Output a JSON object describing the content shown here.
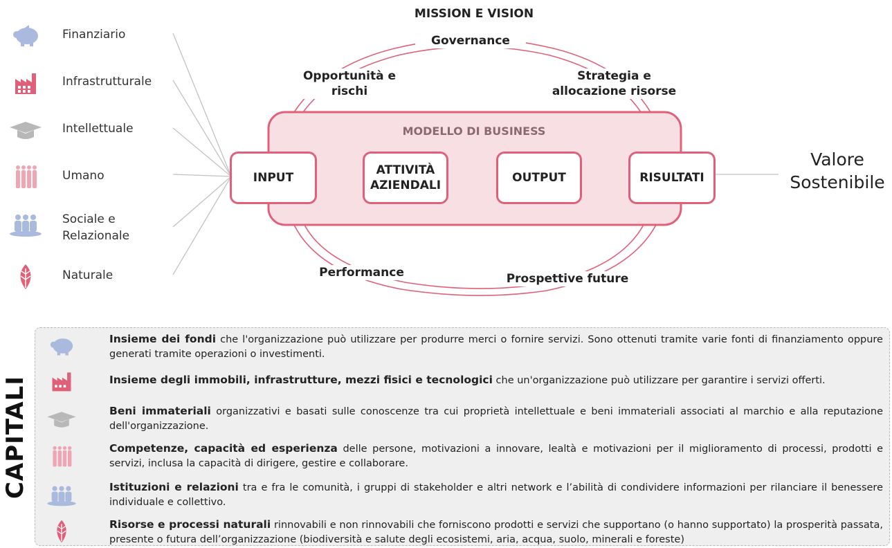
{
  "capitals_list": [
    {
      "icon": "piggy-bank-icon",
      "label": "Finanziario"
    },
    {
      "icon": "factory-icon",
      "label": "Infrastrutturale"
    },
    {
      "icon": "graduation-cap-icon",
      "label": "Intellettuale"
    },
    {
      "icon": "people-icon",
      "label": "Umano"
    },
    {
      "icon": "community-icon",
      "label": "Sociale e\nRelazionale"
    },
    {
      "icon": "leaf-icon",
      "label": "Naturale"
    }
  ],
  "circle": {
    "mission": "MISSION E VISION",
    "governance": "Governance",
    "opportunita": "Opportunità e\nrischi",
    "strategia": "Strategia e\nallocazione risorse",
    "performance": "Performance",
    "prospettive": "Prospettive future"
  },
  "business_model": {
    "title": "MODELLO DI BUSINESS",
    "input": "INPUT",
    "attivita": "ATTIVITÀ\nAZIENDALI",
    "output": "OUTPUT",
    "risultati": "RISULTATI"
  },
  "valore": "Valore\nSostenibile",
  "capitali_title": "CAPITALI",
  "descriptions": [
    {
      "bold": "Insieme dei fondi",
      "rest": " che l'organizzazione può utilizzare per produrre merci o fornire servizi. Sono ottenuti tramite varie fonti di finanziamento oppure generati tramite operazioni o investimenti."
    },
    {
      "bold": "Insieme degli immobili, infrastrutture, mezzi fisici e tecnologici",
      "rest": " che un'organizzazione può utilizzare per garantire i servizi offerti."
    },
    {
      "bold": "Beni immateriali",
      "rest": " organizzativi e basati sulle conoscenze tra cui proprietà intellettuale e beni immateriali associati al marchio e alla reputazione dell'organizzazione."
    },
    {
      "bold": "Competenze, capacità ed esperienza",
      "rest": " delle persone, motivazioni a innovare, lealtà e motivazioni per il miglioramento di processi, prodotti e servizi, inclusa la capacità di dirigere, gestire e collaborare."
    },
    {
      "bold": "Istituzioni e relazioni",
      "rest": " tra e fra le comunità, i gruppi di stakeholder e altri network e l’abilità di condividere informazioni per rilanciare il benessere individuale e collettivo."
    },
    {
      "bold": "Risorse e processi naturali",
      "rest": " rinnovabili e non rinnovabili che forniscono prodotti e servizi che supportano (o hanno supportato) la prosperità passata, presente o futura dell’organizzazione (biodiversità e salute degli ecosistemi, aria, acqua, suolo, minerali e foreste)"
    }
  ],
  "colors": {
    "accent": "#e0607a",
    "icon_blue": "#aab9de",
    "icon_grey": "#b8b8b8",
    "panel": "#efefef"
  }
}
